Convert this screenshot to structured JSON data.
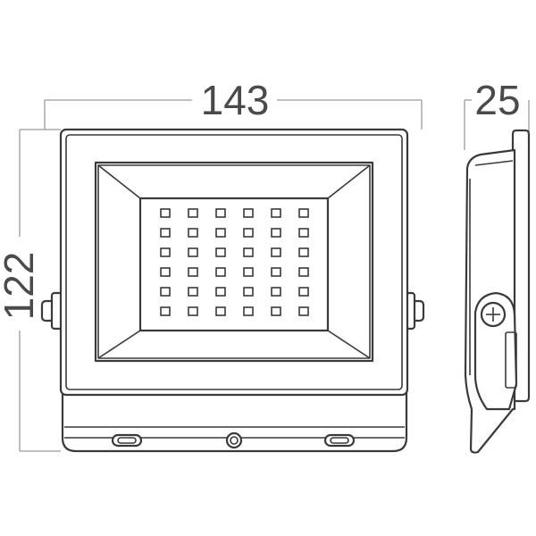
{
  "dimensions": {
    "width": "143",
    "height": "122",
    "depth": "25"
  },
  "led_grid": {
    "rows": 6,
    "cols": 6
  },
  "colors": {
    "outline": "#3a3a3a",
    "dimension_line": "#9a9a9a",
    "dimension_text": "#4a4a4a"
  },
  "icons": [
    "screw-icon"
  ]
}
